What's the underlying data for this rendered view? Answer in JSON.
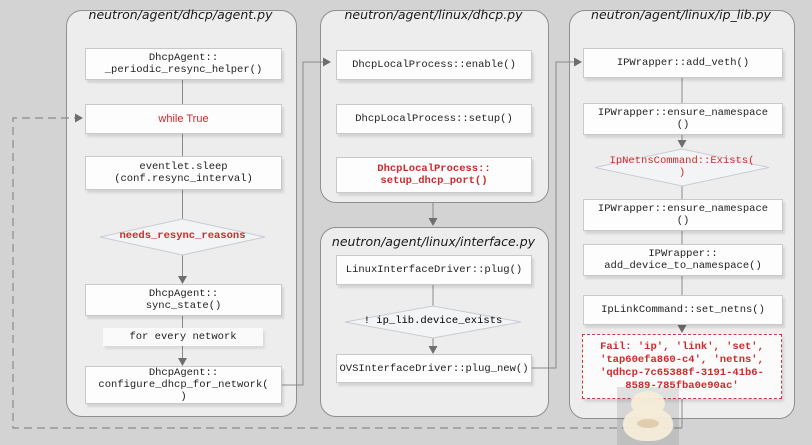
{
  "files": {
    "agent": {
      "title": "neutron/agent/dhcp/agent.py"
    },
    "dhcp": {
      "title": "neutron/agent/linux/dhcp.py"
    },
    "interface": {
      "title": "neutron/agent/linux/interface.py"
    },
    "ip_lib": {
      "title": "neutron/agent/linux/ip_lib.py"
    }
  },
  "nodes": {
    "periodic_resync_helper": "DhcpAgent::\n_periodic_resync_helper()",
    "while_true": "while True",
    "eventlet_sleep": "eventlet.sleep\n(conf.resync_interval)",
    "needs_resync_reasons": "needs_resync_reasons",
    "sync_state": "DhcpAgent::\nsync_state()",
    "for_every_network": "for every network",
    "configure_dhcp_for_network": "DhcpAgent::\nconfigure_dhcp_for_network(\n)",
    "dhcp_enable": "DhcpLocalProcess::enable()",
    "dhcp_setup": "DhcpLocalProcess::setup()",
    "setup_dhcp_port": "DhcpLocalProcess::\nsetup_dhcp_port()",
    "linux_plug": "LinuxInterfaceDriver::plug()",
    "device_exists": "! ip_lib.device_exists",
    "ovs_plug_new": "OVSInterfaceDriver::plug_new()",
    "add_veth": "IPWrapper::add_veth()",
    "ensure_namespace_1": "IPWrapper::ensure_namespace\n()",
    "ipnetns_exists": "IpNetnsCommand::Exists(\n)",
    "ensure_namespace_2": "IPWrapper::ensure_namespace\n()",
    "add_device_to_namespace": "IPWrapper::\nadd_device_to_namespace()",
    "set_netns": "IpLinkCommand::set_netns()",
    "fail_message": "Fail: 'ip', 'link', 'set',\n'tap60efa860-c4', 'netns',\n'qdhcp-7c65388f-3191-41b6-\n8589-785fba0e90ac'"
  },
  "colors": {
    "error_red": "#cc2b2b",
    "line_gray": "#8a8a8a",
    "background": "#d3d3d3"
  }
}
